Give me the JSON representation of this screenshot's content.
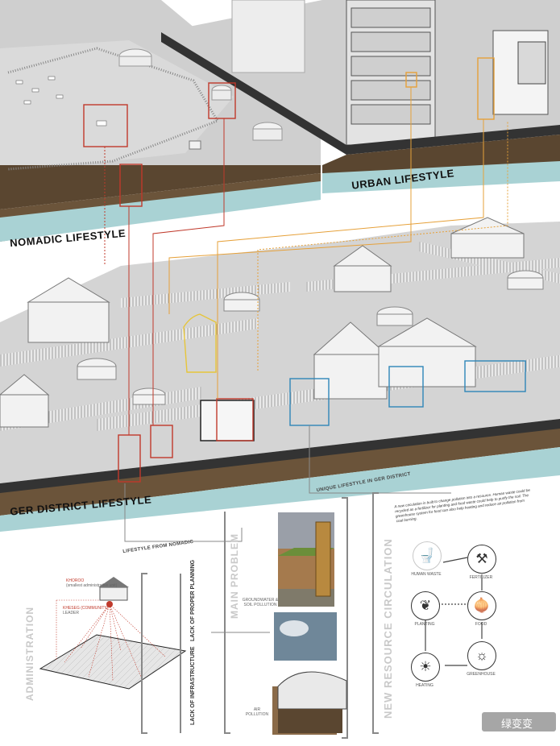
{
  "titles": {
    "urban": "URBAN LIFESTYLE",
    "nomadic": "NOMADIC LIFESTYLE",
    "ger": "GER DISTRICT LIFESTYLE",
    "unique": "UNIQUE LIFESTYLE IN GER DISTRICT",
    "from_nomadic": "LIFESTYLE FROM NOMADIC"
  },
  "vertical_labels": {
    "administration": "ADMINISTRATION",
    "main_problem": "MAIN PROBLEM",
    "lack_planning": "LACK OF PROPER PLANNING",
    "lack_infra": "LACK OF INFRASTRUCTURE",
    "new_resource": "NEW RESOURCE CIRCULATION"
  },
  "problems": {
    "groundwater": "GROUNDWATER & SOIL POLLUTION",
    "air": "AIR POLLUTION"
  },
  "cycle": {
    "items": [
      {
        "label": "HUMAN WASTE",
        "icon": "toilet-icon",
        "glyph": "🚽",
        "faded": true
      },
      {
        "label": "FERTILIZER",
        "icon": "worker-icon",
        "glyph": "⚒",
        "faded": false
      },
      {
        "label": "FOOD",
        "icon": "onion-icon",
        "glyph": "🧅",
        "faded": false
      },
      {
        "label": "GREENHOUSE",
        "icon": "greenhouse-icon",
        "glyph": "☼",
        "faded": false
      },
      {
        "label": "HEATING",
        "icon": "sun-icon",
        "glyph": "☀",
        "faded": false
      },
      {
        "label": "PLANTING",
        "icon": "plant-icon",
        "glyph": "❦",
        "faded": false
      }
    ],
    "description": "A new circulation is built to change pollution into a resource. Human waste could be recycled as a fertilizer for planting and food waste could help to purify the soil. The greenhouse system for food can also help heating and reduce air pollution from coal burning."
  },
  "admin_labels": {
    "top": "KHOROO",
    "top_sub": "(smallest administrative unit)",
    "bottom": "KHESEG (COMMUNITY)",
    "bottom_sub": "LEADER"
  },
  "watermark": "绿变变",
  "colors": {
    "red": "#c0392b",
    "orange": "#e6a13a",
    "blue": "#2e86b8",
    "soil": "#5a4630",
    "water": "#a9d2d4",
    "ground": "#d7d7d7"
  }
}
